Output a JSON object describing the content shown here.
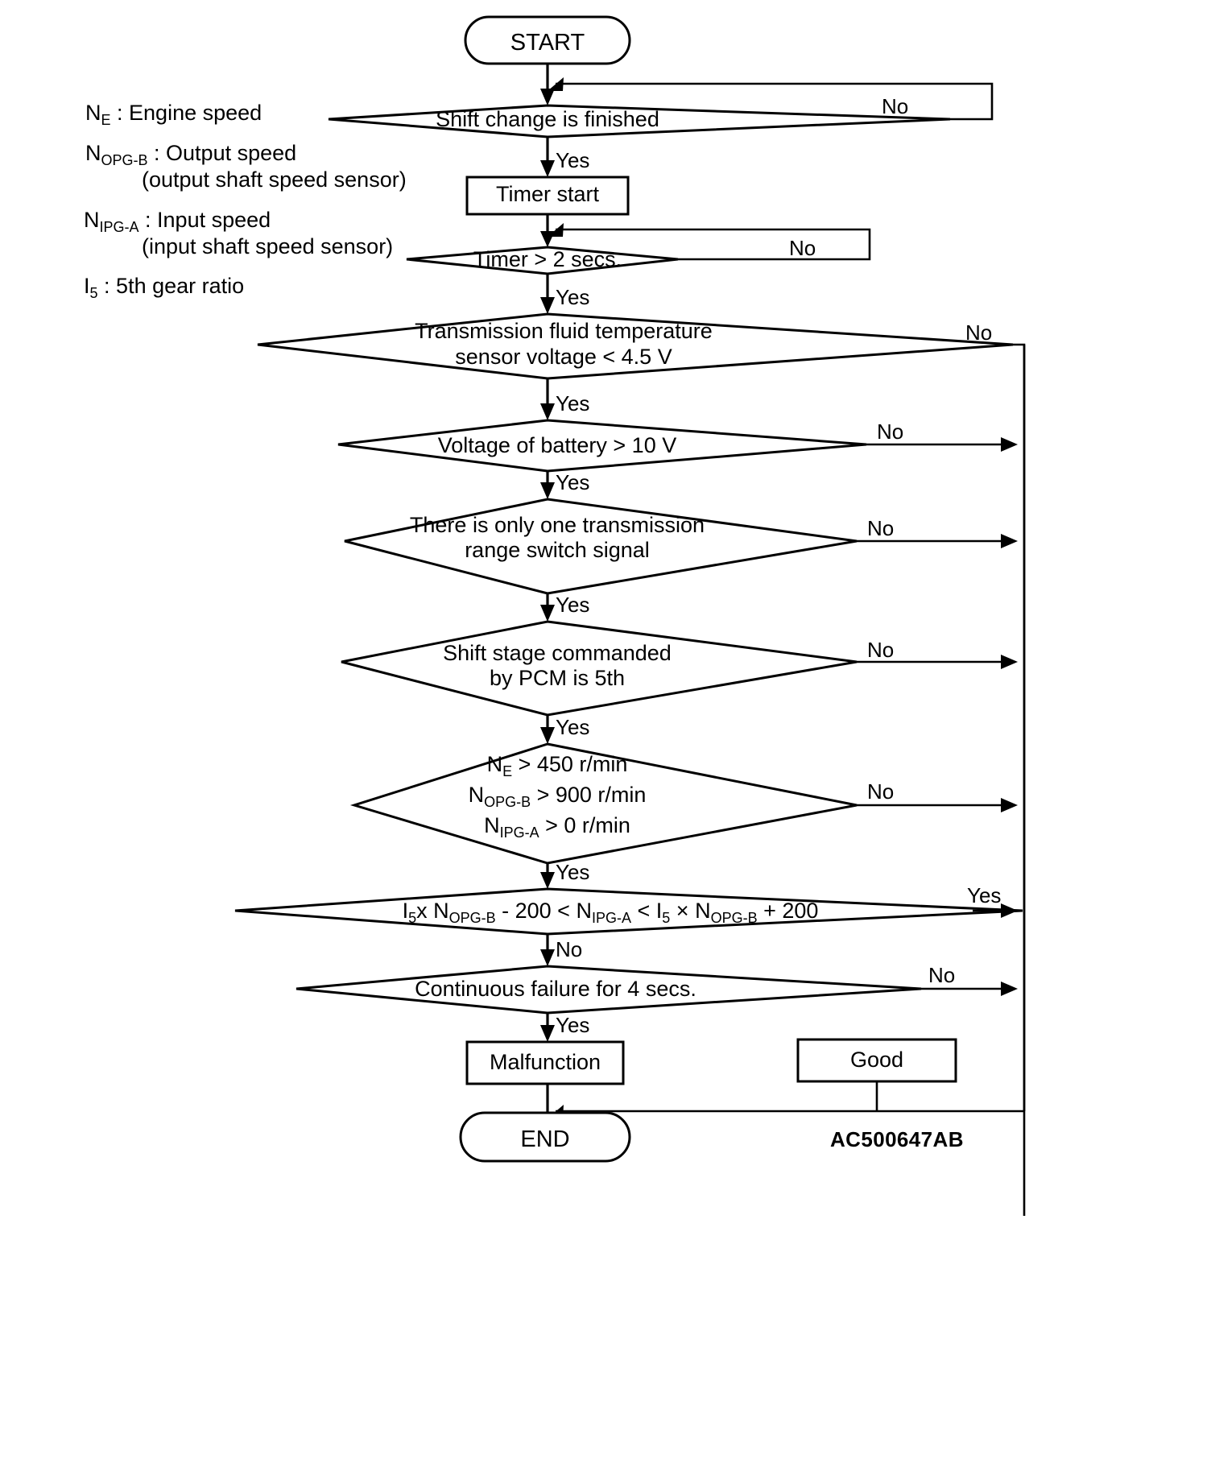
{
  "diagram": {
    "title": "Transmission 5th gear ratio diagnostic flowchart",
    "reference_code": "AC500647AB",
    "legend": [
      {
        "symbol": "N",
        "subscript": "E",
        "separator": " : ",
        "text": "Engine speed",
        "detail": ""
      },
      {
        "symbol": "N",
        "subscript": "OPG-B",
        "separator": " : ",
        "text": "Output speed",
        "detail": "(output shaft speed sensor)"
      },
      {
        "symbol": "N",
        "subscript": "IPG-A",
        "separator": " : ",
        "text": "Input speed",
        "detail": "(input shaft speed sensor)"
      },
      {
        "symbol": "I",
        "subscript": "5",
        "separator": " : ",
        "text": "5th gear ratio",
        "detail": ""
      }
    ],
    "terminals": {
      "start": "START",
      "end": "END"
    },
    "processes": {
      "timer_start": "Timer start",
      "malfunction": "Malfunction",
      "good": "Good"
    },
    "decisions": [
      {
        "id": "shift-change-finished",
        "lines": [
          "Shift change is finished"
        ],
        "yes_label": "Yes",
        "no_label": "No"
      },
      {
        "id": "timer-gt-2-secs",
        "lines": [
          "Timer > 2 secs."
        ],
        "yes_label": "Yes",
        "no_label": "No"
      },
      {
        "id": "fluid-temp-sensor-voltage",
        "lines": [
          "Transmission fluid temperature",
          "sensor voltage < 4.5 V"
        ],
        "yes_label": "Yes",
        "no_label": "No"
      },
      {
        "id": "battery-voltage",
        "lines": [
          "Voltage of battery > 10 V"
        ],
        "yes_label": "Yes",
        "no_label": "No"
      },
      {
        "id": "range-switch-signal",
        "lines": [
          "There is only one transmission",
          "range switch signal"
        ],
        "yes_label": "Yes",
        "no_label": "No"
      },
      {
        "id": "shift-stage-pcm-5th",
        "lines": [
          "Shift stage commanded",
          "by PCM is 5th"
        ],
        "yes_label": "Yes",
        "no_label": "No"
      },
      {
        "id": "speed-thresholds",
        "lines": [
          "N_E > 450 r/min",
          "N_OPG-B > 900 r/min",
          "N_IPG-A > 0 r/min"
        ],
        "yes_label": "Yes",
        "no_label": "No"
      },
      {
        "id": "gear-ratio-window",
        "lines": [
          "I_5x N_OPG-B - 200 < N_IPG-A < I_5 x N_OPG-B + 200"
        ],
        "yes_label": "Yes",
        "no_label": "No"
      },
      {
        "id": "continuous-failure-4-secs",
        "lines": [
          "Continuous failure for 4 secs."
        ],
        "yes_label": "Yes",
        "no_label": "No"
      }
    ],
    "speed_conditions": [
      {
        "symbol": "N",
        "subscript": "E",
        "rest": " > 450 r/min"
      },
      {
        "symbol": "N",
        "subscript": "OPG-B",
        "rest": " > 900 r/min"
      },
      {
        "symbol": "N",
        "subscript": "IPG-A",
        "rest": " > 0 r/min"
      }
    ],
    "ratio_formula": {
      "part1_symbol": "I",
      "part1_sub": "5",
      "part2": "x ",
      "part3_symbol": "N",
      "part3_sub": "OPG-B",
      "part4": " - 200 < ",
      "part5_symbol": "N",
      "part5_sub": "IPG-A",
      "part6": " < ",
      "part7_symbol": "I",
      "part7_sub": "5",
      "part8": " × ",
      "part9_symbol": "N",
      "part9_sub": "OPG-B",
      "part10": " + 200"
    },
    "labels": {
      "yes": "Yes",
      "no": "No"
    },
    "colors": {
      "stroke": "#000000",
      "fill": "#ffffff",
      "text": "#000000"
    }
  }
}
